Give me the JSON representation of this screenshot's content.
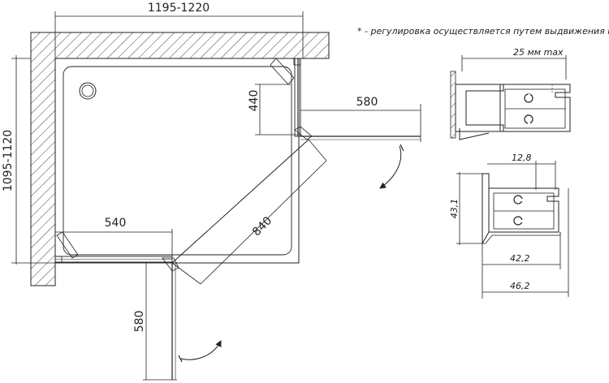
{
  "note": "* - регулировка осуществляется путем выдвижения профиля",
  "plan": {
    "dim_top": "1195-1220",
    "dim_left": "1095-1120",
    "dim_door_top_opening": "580",
    "dim_door_top_height": "440",
    "dim_bottom_fixed": "540",
    "dim_diagonal": "840",
    "dim_door_bottom_opening": "580"
  },
  "profile_top": {
    "dim_max": "25 мм max"
  },
  "profile_bottom": {
    "dim_a": "12,8",
    "dim_b": "43,1",
    "dim_c": "42,2",
    "dim_d": "46,2"
  },
  "colors": {
    "ink": "#222222",
    "hatch": "#444444"
  }
}
